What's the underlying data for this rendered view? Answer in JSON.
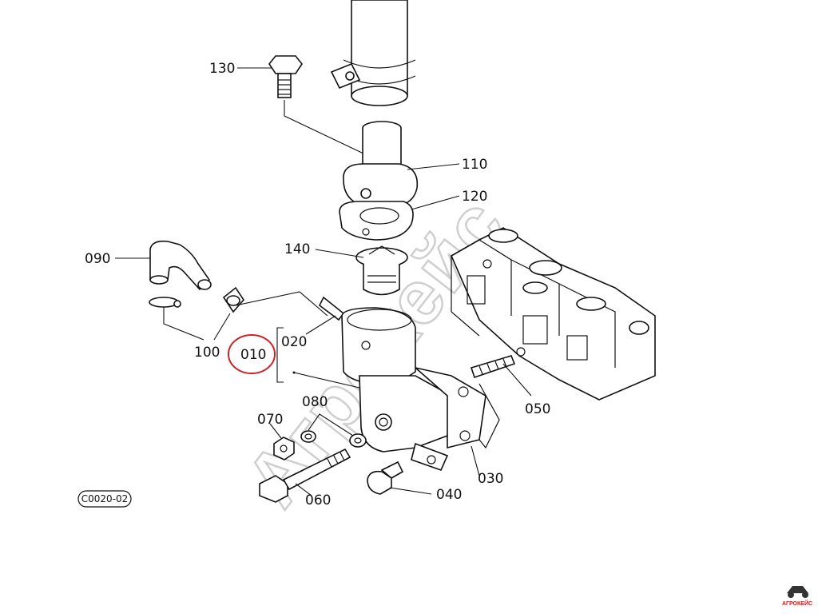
{
  "diagram": {
    "callouts": [
      {
        "id": "130",
        "label": "130"
      },
      {
        "id": "110",
        "label": "110"
      },
      {
        "id": "120",
        "label": "120"
      },
      {
        "id": "140",
        "label": "140"
      },
      {
        "id": "090",
        "label": "090"
      },
      {
        "id": "100",
        "label": "100"
      },
      {
        "id": "020",
        "label": "020"
      },
      {
        "id": "010",
        "label": "010"
      },
      {
        "id": "080",
        "label": "080"
      },
      {
        "id": "070",
        "label": "070"
      },
      {
        "id": "050",
        "label": "050"
      },
      {
        "id": "060",
        "label": "060"
      },
      {
        "id": "040",
        "label": "040"
      },
      {
        "id": "030",
        "label": "030"
      }
    ],
    "figure_code": "C0020-02",
    "highlight_color": "#cc2222",
    "watermark": "Агрокейс",
    "logo_text": "АГРОКЕЙС"
  }
}
